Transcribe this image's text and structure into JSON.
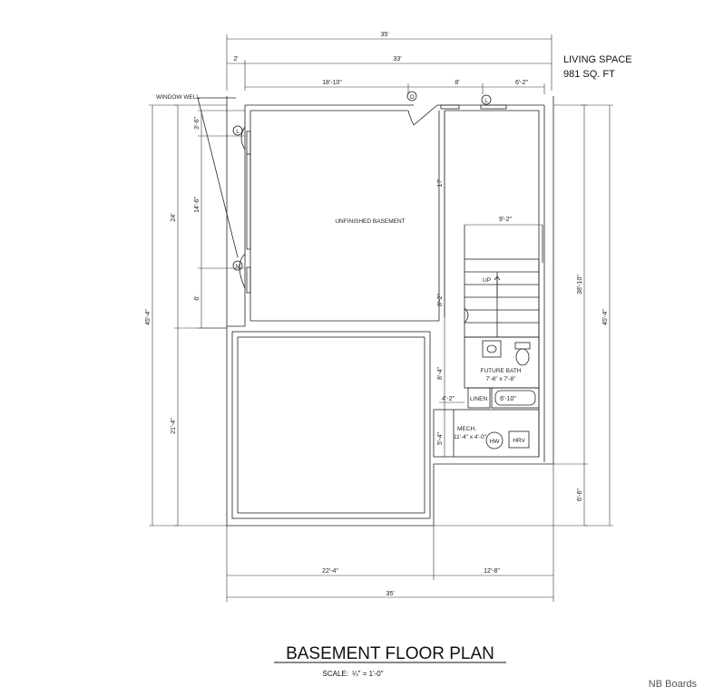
{
  "living_space": {
    "label": "LIVING SPACE",
    "area": "981 SQ. FT"
  },
  "title": "BASEMENT FLOOR PLAN",
  "scale": {
    "label": "SCALE:",
    "value": "¼\" = 1'-0\""
  },
  "watermark": "NB Boards",
  "labels": {
    "window_well": "WINDOW WELL",
    "unfinished": "UNFINISHED BASEMENT",
    "up": "UP",
    "future_bath": "FUTURE BATH",
    "bath_size": "7'-6\" x 7'-8\"",
    "linen": "LINEN",
    "mech": "MECH.",
    "mech_size": "11'-4\" x 4'-0\"",
    "hw": "HW",
    "hrv": "HRV",
    "marker_l": "L",
    "marker_n": "N",
    "marker_o": "O"
  },
  "dims": {
    "top_overall": "35'",
    "left_offset": "2'",
    "top_33": "33'",
    "top_18_10": "18'-10\"",
    "top_8": "8'",
    "top_6_2": "6'-2\"",
    "left_3_6": "3'-6\"",
    "left_14_6": "14'-6\"",
    "left_6": "6'",
    "left_24": "24'",
    "left_21_4": "21'-4\"",
    "left_overall": "45'-4\"",
    "right_38_10": "38'-10\"",
    "right_6_6": "6'-6\"",
    "right_overall": "45'-4\"",
    "int_17": "17'",
    "int_9_2": "9'-2\"",
    "int_8_2": "8'-2\"",
    "int_8_4": "8'-4\"",
    "int_4_2": "4'-2\"",
    "int_5_4": "5'-4\"",
    "tub_6_10": "6'-10\"",
    "bottom_22_4": "22'-4\"",
    "bottom_12_8": "12'-8\"",
    "bottom_overall": "35'"
  }
}
